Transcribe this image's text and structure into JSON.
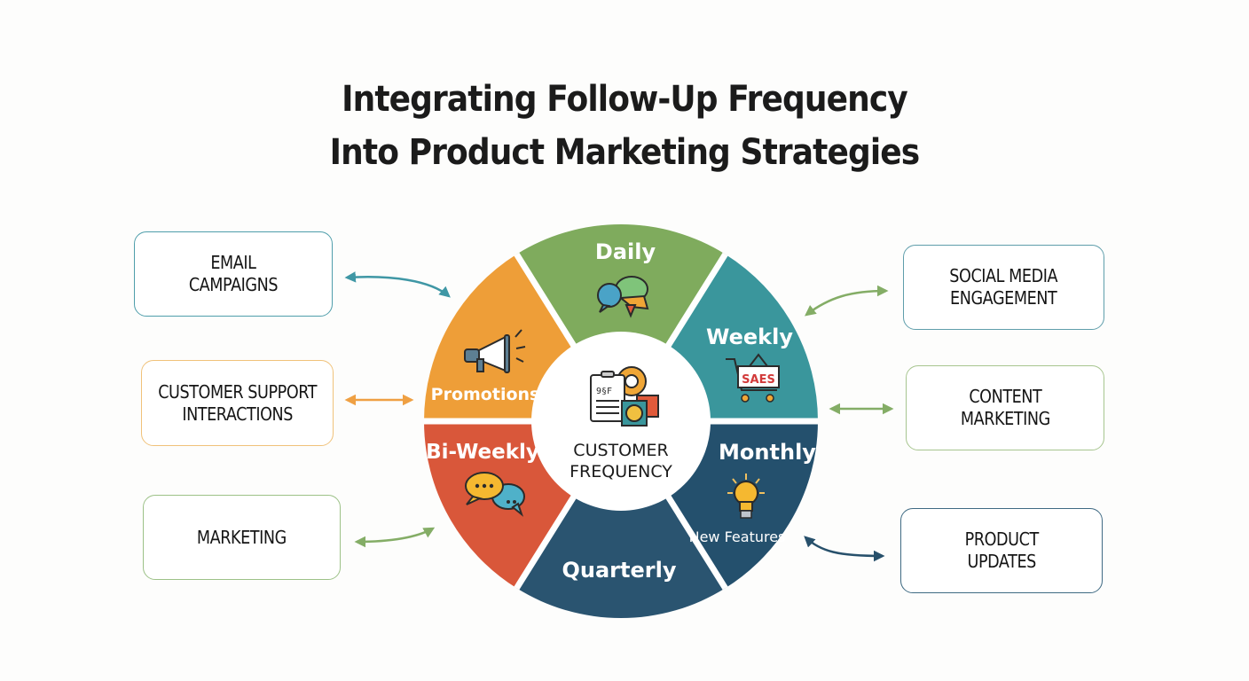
{
  "title": {
    "line1": "Integrating Follow-Up Frequency",
    "line2": "Into Product Marketing Strategies"
  },
  "center": {
    "line1": "CUSTOMER",
    "line2": "FREQUENCY",
    "icon": "clipboard-gear-icon"
  },
  "segments": [
    {
      "label": "Daily",
      "color": "#7fab5d",
      "icon": "chat-bubbles-icon"
    },
    {
      "label": "Weekly",
      "color": "#3a969c",
      "icon": "shopping-cart-sales-icon",
      "icon_text": "SAES"
    },
    {
      "label": "Monthly",
      "sublabel": "New Features",
      "color": "#24506d",
      "icon": "lightbulb-icon"
    },
    {
      "label": "Quarterly",
      "color": "#2a5470",
      "icon": null
    },
    {
      "label": "Bi-Weekly",
      "color": "#d9573a",
      "icon": "speech-bubbles-icon"
    },
    {
      "label": "Promotions",
      "color": "#ee9e38",
      "icon": "megaphone-icon"
    }
  ],
  "left_boxes": [
    {
      "line1": "EMAIL",
      "line2": "CAMPAIGNS",
      "border": "#4f9eab",
      "arrow_color": "#3f97a5"
    },
    {
      "line1": "CUSTOMER SUPPORT",
      "line2": "INTERACTIONS",
      "border": "#f0c27a",
      "arrow_color": "#efa043"
    },
    {
      "line1": "MARKETING",
      "line2": "",
      "border": "#9cc187",
      "arrow_color": "#84ad66"
    }
  ],
  "right_boxes": [
    {
      "line1": "SOCIAL MEDIA",
      "line2": "ENGAGEMENT",
      "border": "#5f9eab",
      "arrow_color": "#84ad66"
    },
    {
      "line1": "CONTENT",
      "line2": "MARKETING",
      "border": "#a7c58f",
      "arrow_color": "#84ad66"
    },
    {
      "line1": "PRODUCT",
      "line2": "UPDATES",
      "border": "#3f6a83",
      "arrow_color": "#27506b"
    }
  ]
}
